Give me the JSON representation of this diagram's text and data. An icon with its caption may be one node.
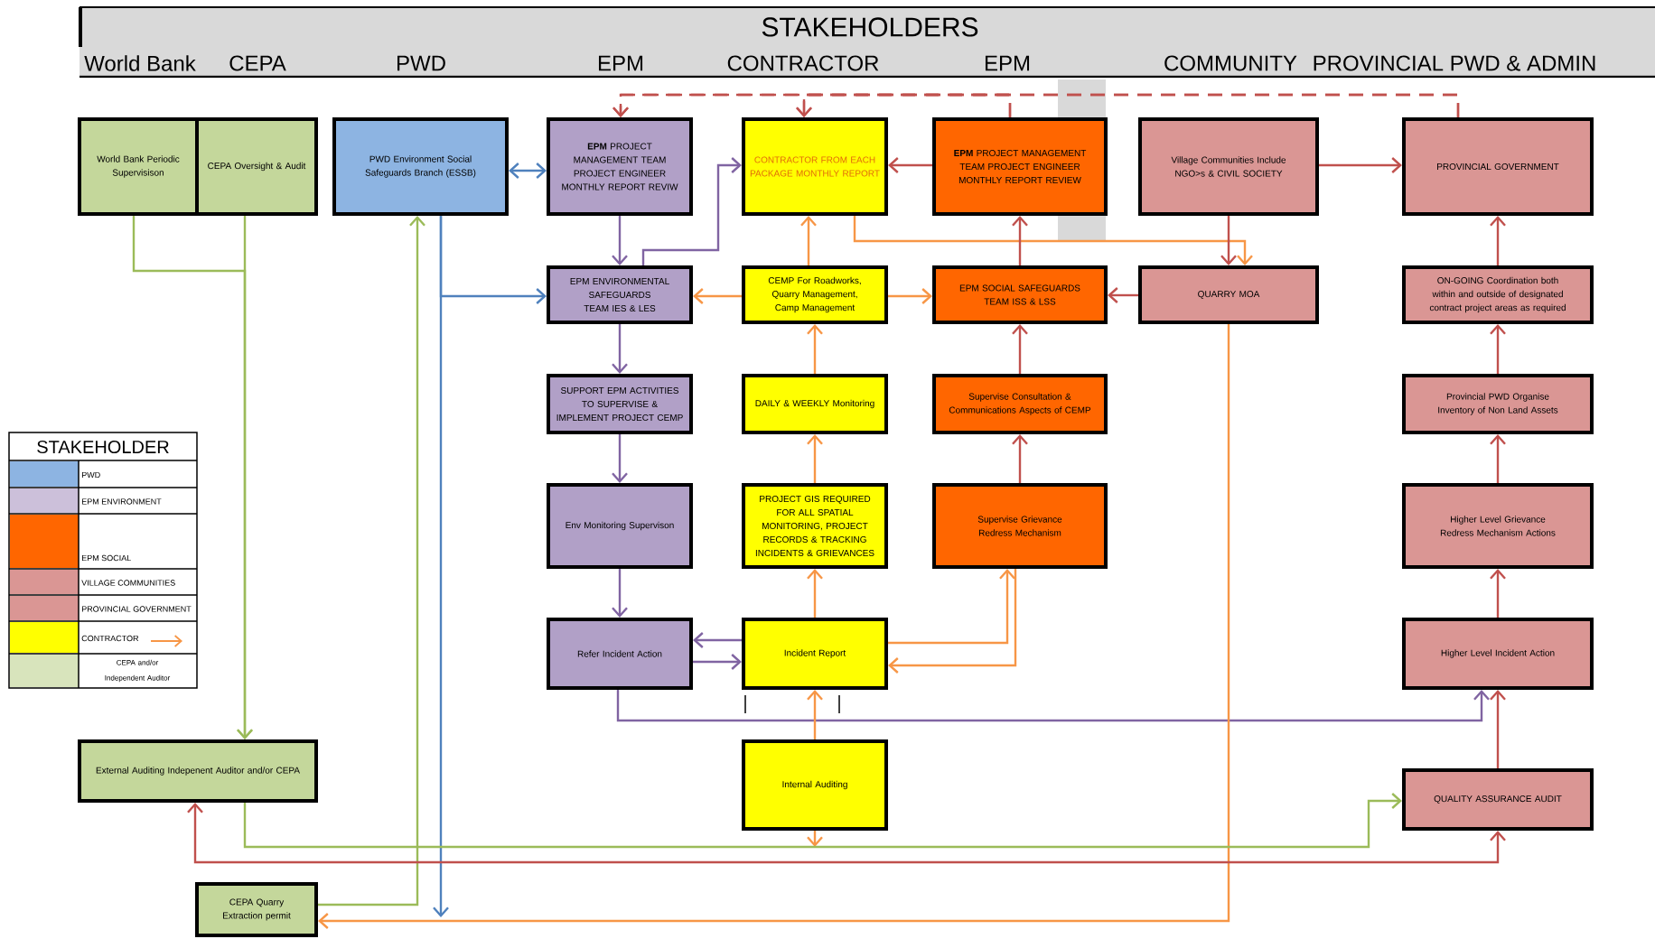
{
  "diagram": {
    "title": "STAKEHOLDERS",
    "nodes": [
      {
        "text": [
          "World Bank Periodic Supervisison"
        ]
      },
      {
        "text": [
          "CEPA Oversight & Audit"
        ]
      },
      {
        "text": [
          "PWD Environment Social Safeguards Branch (ESSB)"
        ]
      },
      {
        "text": [
          "**EPM** PROJECT MANAGEMENT TEAM PROJECT ENGINEER MONTHLY REPORT REVIW"
        ]
      },
      {
        "text": [
          "CONTRACTOR FROM EACH PACKAGE MONTHLY REPORT"
        ]
      },
      {
        "text": [
          "**EPM** PROJECT MANAGEMENT TEAM PROJECT ENGINEER MONTHLY REPORT REVIEW"
        ]
      },
      {
        "text": [
          "Village Communities Include NGO>s & CIVIL SOCIETY"
        ]
      },
      {
        "text": [
          "PROVINCIAL GOVERNMENT"
        ]
      },
      {
        "text": [
          "EPM ENVIRONMENTAL SAFEGUARDS TEAM IES & LES"
        ]
      },
      {
        "text": [
          "CEMP For Roadworks, Quarry Management, Camp Management"
        ]
      },
      {
        "text": [
          "EPM SOCIAL SAFEGUARDS TEAM ISS & LSS"
        ]
      },
      {
        "text": [
          "QUARRY MOA"
        ]
      },
      {
        "text": [
          "ON-GOING Coordination both within and outside of designated contract project areas as required"
        ]
      },
      {
        "text": [
          "SUPPORT EPM ACTIVITIES TO SUPERVISE & IMPLEMENT PROJECT CEMP"
        ]
      },
      {
        "text": [
          "DAILY & WEEKLY Monitoring"
        ]
      },
      {
        "text": [
          "Supervise Consultation & Communications Aspects of CEMP"
        ]
      },
      {
        "text": [
          "Provincial PWD Organise Inventory of Non Land Assets"
        ]
      },
      {
        "text": [
          "Env Monitoring Supervison"
        ]
      },
      {
        "text": [
          "PROJECT GIS REQUIRED FOR ALL SPATIAL MONITORING, PROJECT RECORDS & TRACKING INCIDENTS & GRIEVANCES"
        ]
      },
      {
        "text": [
          "Supervise Grievance Redress Mechanism"
        ]
      },
      {
        "text": [
          "Higher Level Grievance Redress Mechanism Actions"
        ]
      },
      {
        "text": [
          "Refer Incident Action"
        ]
      },
      {
        "text": [
          "Incident Report"
        ]
      },
      {
        "text": [
          "Higher Level Incident Action"
        ]
      },
      {
        "text": [
          "Internal Auditing"
        ]
      },
      {
        "text": [
          "QUALITY ASSURANCE AUDIT"
        ]
      },
      {
        "text": [
          "External Auditing Indepenent Auditor and/or CEPA"
        ]
      },
      {
        "text": [
          "CEPA Quarry Extraction permit"
        ]
      }
    ],
    "edges": [
      {
        "from": 0,
        "to": 26,
        "arrow": "to",
        "color": "#9bbb59"
      },
      {
        "from": 1,
        "to": 26,
        "arrow": "to",
        "color": "#9bbb59"
      },
      {
        "from": 2,
        "to": 3,
        "arrow": "both",
        "color": "#4f81bd"
      },
      {
        "from": 2,
        "to": 8,
        "arrow": "to",
        "color": "#4f81bd"
      },
      {
        "from": 2,
        "to": null,
        "arrow": "to",
        "color": "#4f81bd"
      },
      {
        "from": 27,
        "to": 2,
        "arrow": "to",
        "color": "#9bbb59"
      },
      {
        "from": 3,
        "to": 8,
        "arrow": "to",
        "color": "#8064a2"
      },
      {
        "from": 8,
        "to": 4,
        "arrow": "to",
        "color": "#8064a2"
      },
      {
        "from": 8,
        "to": 13,
        "arrow": "to",
        "color": "#8064a2"
      },
      {
        "from": 13,
        "to": 17,
        "arrow": "to",
        "color": "#8064a2"
      },
      {
        "from": 17,
        "to": 21,
        "arrow": "to",
        "color": "#8064a2"
      },
      {
        "from": 22,
        "to": 21,
        "arrow": "to",
        "color": "#8064a2"
      },
      {
        "from": 21,
        "to": 22,
        "arrow": "to",
        "color": "#8064a2"
      },
      {
        "from": 21,
        "to": 23,
        "arrow": "to",
        "color": "#8064a2"
      },
      {
        "from": 4,
        "to": 11,
        "arrow": "to",
        "color": "#f79646"
      },
      {
        "from": 9,
        "to": 4,
        "arrow": "to",
        "color": "#f79646"
      },
      {
        "from": 9,
        "to": 8,
        "arrow": "to",
        "color": "#f79646"
      },
      {
        "from": 9,
        "to": 10,
        "arrow": "to",
        "color": "#f79646"
      },
      {
        "from": 14,
        "to": 9,
        "arrow": "to",
        "color": "#f79646"
      },
      {
        "from": 18,
        "to": 14,
        "arrow": "to",
        "color": "#f79646"
      },
      {
        "from": 22,
        "to": 18,
        "arrow": "to",
        "color": "#f79646"
      },
      {
        "from": 24,
        "to": 22,
        "arrow": "to",
        "color": "#f79646"
      },
      {
        "from": 24,
        "to": null,
        "arrow": "to",
        "color": "#f79646"
      },
      {
        "from": 22,
        "to": 19,
        "arrow": "to",
        "color": "#f79646"
      },
      {
        "from": 19,
        "to": 22,
        "arrow": "to",
        "color": "#f79646"
      },
      {
        "from": 11,
        "to": 27,
        "arrow": "to",
        "color": "#f79646"
      },
      {
        "from": 5,
        "to": 4,
        "arrow": "to",
        "color": "#c0504d"
      },
      {
        "from": 6,
        "to": 7,
        "arrow": "to",
        "color": "#c0504d"
      },
      {
        "from": 6,
        "to": 11,
        "arrow": "to",
        "color": "#c0504d"
      },
      {
        "from": 11,
        "to": 10,
        "arrow": "to",
        "color": "#c0504d"
      },
      {
        "from": 10,
        "to": 5,
        "arrow": "to",
        "color": "#c0504d"
      },
      {
        "from": 15,
        "to": 10,
        "arrow": "to",
        "color": "#c0504d"
      },
      {
        "from": 19,
        "to": 15,
        "arrow": "to",
        "color": "#c0504d"
      },
      {
        "from": 16,
        "to": 12,
        "arrow": "to",
        "color": "#c0504d"
      },
      {
        "from": 12,
        "to": 7,
        "arrow": "to",
        "color": "#c0504d"
      },
      {
        "from": 20,
        "to": 16,
        "arrow": "to",
        "color": "#c0504d"
      },
      {
        "from": 23,
        "to": 20,
        "arrow": "to",
        "color": "#c0504d"
      },
      {
        "from": 25,
        "to": 23,
        "arrow": "to",
        "color": "#c0504d"
      },
      {
        "from": 25,
        "to": 26,
        "arrow": "both",
        "color": "#c0504d"
      },
      {
        "from": 26,
        "to": 25,
        "arrow": "to",
        "color": "#9bbb59"
      },
      {
        "from": 5,
        "to": 3,
        "arrow": "to",
        "style": "dashed",
        "color": "#c0504d"
      },
      {
        "from": 5,
        "to": 4,
        "arrow": "to",
        "style": "dashed",
        "color": "#c0504d"
      },
      {
        "from": 7,
        "to": 3,
        "arrow": "to",
        "style": "dashed",
        "color": "#c0504d"
      },
      {
        "from": 7,
        "to": 4,
        "arrow": "to",
        "style": "dashed",
        "color": "#c0504d"
      }
    ],
    "labels": [
      "World Bank",
      "CEPA",
      "PWD",
      "EPM",
      "CONTRACTOR",
      "EPM",
      "COMMUNITY",
      "PROVINCIAL PWD & ADMIN",
      "STAKEHOLDER"
    ],
    "legend": [
      {
        "text": "PWD",
        "color": "#8db4e2"
      },
      {
        "text": "EPM ENVIRONMENT",
        "color": "#ccc0da"
      },
      {
        "text": "EPM SOCIAL",
        "color": "#ff6600"
      },
      {
        "text": "VILLAGE COMMUNITIES",
        "color": "#da9694"
      },
      {
        "text": "PROVINCIAL GOVERNMENT",
        "color": "#da9694"
      },
      {
        "text": "CONTRACTOR",
        "color": "#ffff00"
      },
      {
        "text": "CEPA and/or Independent Auditor",
        "color": "#d8e4bc"
      }
    ]
  }
}
